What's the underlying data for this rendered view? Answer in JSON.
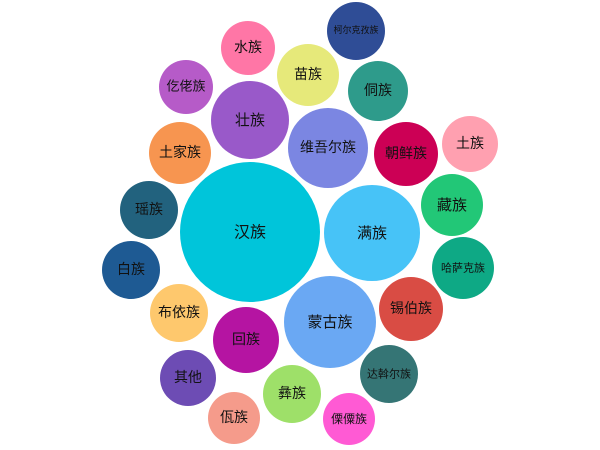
{
  "chart_data": {
    "type": "bubble",
    "bubbles": [
      {
        "label": "汉族",
        "color": "#00c5da"
      },
      {
        "label": "满族",
        "color": "#47c3f7"
      },
      {
        "label": "蒙古族",
        "color": "#6aa8f3"
      },
      {
        "label": "维吾尔族",
        "color": "#7b86e2"
      },
      {
        "label": "壮族",
        "color": "#9959c9"
      },
      {
        "label": "回族",
        "color": "#b514a2"
      },
      {
        "label": "锡伯族",
        "color": "#d94c44"
      },
      {
        "label": "朝鲜族",
        "color": "#cc0055"
      },
      {
        "label": "藏族",
        "color": "#22c777"
      },
      {
        "label": "哈萨克族",
        "color": "#0ea985"
      },
      {
        "label": "达斡尔族",
        "color": "#357575"
      },
      {
        "label": "傈僳族",
        "color": "#ff5ad4"
      },
      {
        "label": "彝族",
        "color": "#9ee069"
      },
      {
        "label": "佤族",
        "color": "#f59b8b"
      },
      {
        "label": "其他",
        "color": "#6d4cb4"
      },
      {
        "label": "布依族",
        "color": "#fec86d"
      },
      {
        "label": "白族",
        "color": "#1e5a93"
      },
      {
        "label": "瑶族",
        "color": "#22627e"
      },
      {
        "label": "土家族",
        "color": "#f79550"
      },
      {
        "label": "仡佬族",
        "color": "#b65bc8"
      },
      {
        "label": "水族",
        "color": "#ff76a6"
      },
      {
        "label": "苗族",
        "color": "#e6e97a"
      },
      {
        "label": "柯尔克孜族",
        "color": "#2f4d96"
      },
      {
        "label": "侗族",
        "color": "#2e9b8b"
      },
      {
        "label": "土族",
        "color": "#ffa0b0"
      }
    ]
  }
}
